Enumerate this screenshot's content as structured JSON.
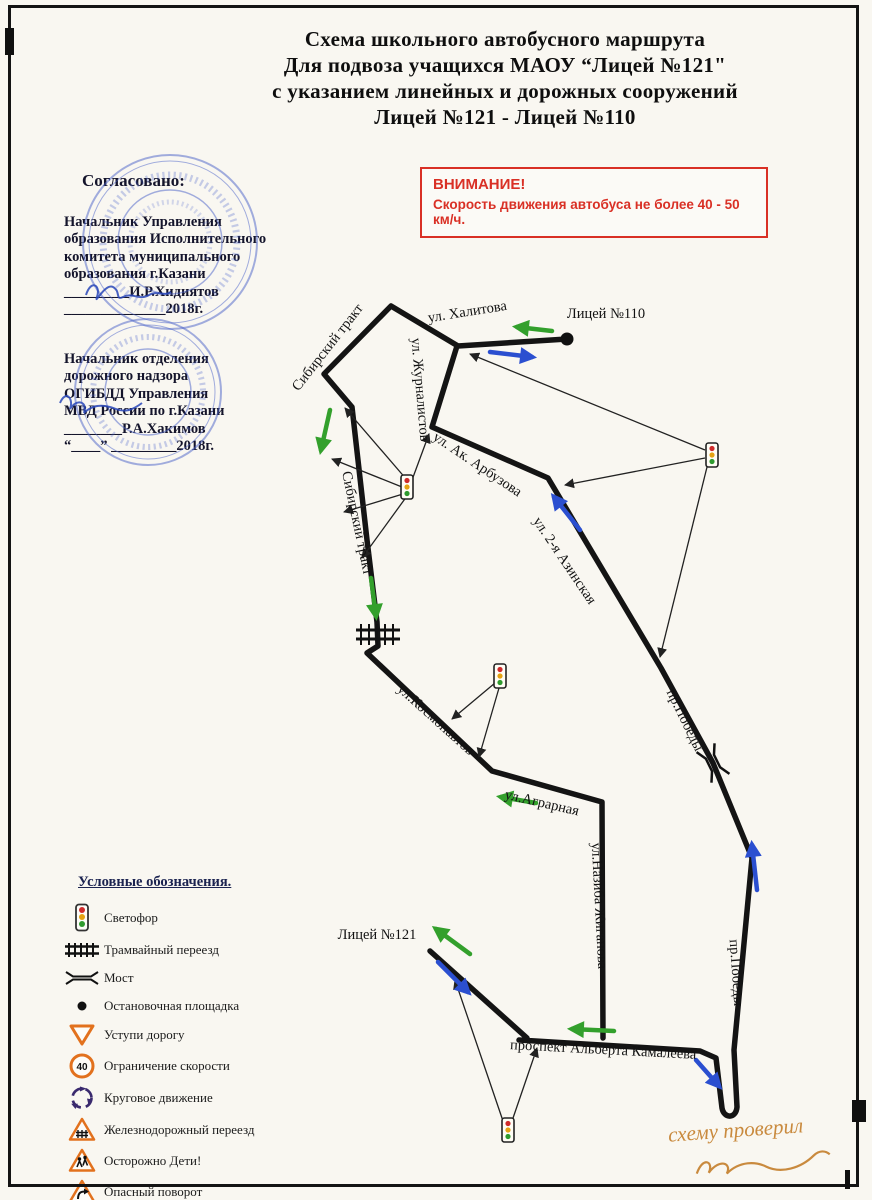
{
  "title": {
    "line1": "Схема школьного автобусного маршрута",
    "line2": "Для подвоза учащихся МАОУ “Лицей №121\"",
    "line3": "с указанием линейных и дорожных сооружений",
    "line4": "Лицей №121 - Лицей №110"
  },
  "warning": {
    "title": "ВНИМАНИЕ!",
    "text": "Скорость движения автобуса не более 40 - 50 км/ч."
  },
  "approvals": {
    "heading": "Согласовано:",
    "first": {
      "lines": [
        "Начальник Управления",
        "образования Исполнительного",
        "комитета муниципального",
        "образования г.Казани"
      ],
      "signer": "_________И.Р.Хидиятов",
      "date": "______________2018г."
    },
    "second": {
      "lines": [
        "Начальник отделения",
        "дорожного надзора",
        "ОГИБДД Управления",
        "МВД России по г.Казани"
      ],
      "signer": "________Р.А.Хакимов",
      "date": "“____” _________2018г."
    }
  },
  "map": {
    "labels": {
      "halitova": "ул. Халитова",
      "licey110": "Лицей №110",
      "zhurnalistov": "ул. Журналистов",
      "sibirsky_upper": "Сибирский тракт",
      "arbuzova": "ул. Ак. Арбузова",
      "sibirsky_lower": "Сибирский тракт",
      "azinskaya": "ул. 2-я Азинская",
      "pobedy_upper": "пр.Победы",
      "pobedy_lower": "пр.Победы",
      "kosmonavtov": "ул.Космонавтов",
      "agrarnaya": "ул.Аграрная",
      "zhiganova": "ул.Назиба Жиганова",
      "kamaleeva": "проспект Альберта Камалеева",
      "licey121": "Лицей №121"
    }
  },
  "legend": {
    "heading": "Условные обозначения.",
    "items": [
      {
        "icon": "traffic-light",
        "label": "Светофор"
      },
      {
        "icon": "tram-crossing",
        "label": "Трамвайный переезд"
      },
      {
        "icon": "bridge",
        "label": "Мост"
      },
      {
        "icon": "stop-area",
        "label": "Остановочная площадка"
      },
      {
        "icon": "yield",
        "label": "Уступи дорогу"
      },
      {
        "icon": "speed-limit",
        "label": "Ограничение скорости",
        "value": "40"
      },
      {
        "icon": "roundabout",
        "label": "Круговое движение"
      },
      {
        "icon": "railway-crossing",
        "label": "Железнодорожный переезд"
      },
      {
        "icon": "children",
        "label": "Осторожно Дети!"
      },
      {
        "icon": "dangerous-turn",
        "label": "Опасный поворот"
      }
    ]
  },
  "handwritten": {
    "note": "схему проверил"
  }
}
